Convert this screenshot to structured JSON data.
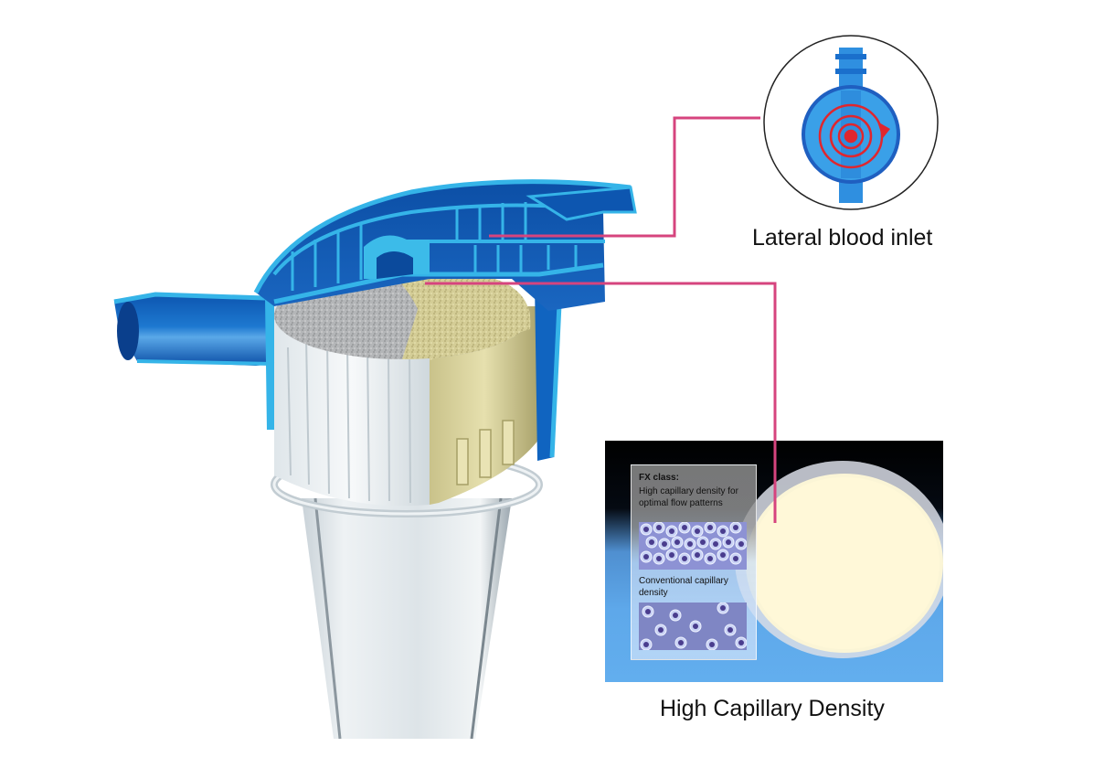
{
  "diagram": {
    "subject": "Dialyzer cross-section",
    "colors": {
      "callout_line": "#d6447e",
      "housing_dark": "#0a4fa8",
      "housing_light": "#33b1e6",
      "potting_gray": "#b9b9b9",
      "potting_yellow": "#d8d29a",
      "arrow_red": "#e0262e"
    }
  },
  "callouts": {
    "lateral_inlet": {
      "label": "Lateral blood inlet",
      "icon": "lateral-inlet-flow-icon"
    },
    "capillary_density": {
      "label": "High Capillary Density"
    }
  },
  "inset": {
    "title": "FX class:",
    "line1": "High capillary density for optimal flow patterns",
    "line2": "Conventional capillary density"
  }
}
